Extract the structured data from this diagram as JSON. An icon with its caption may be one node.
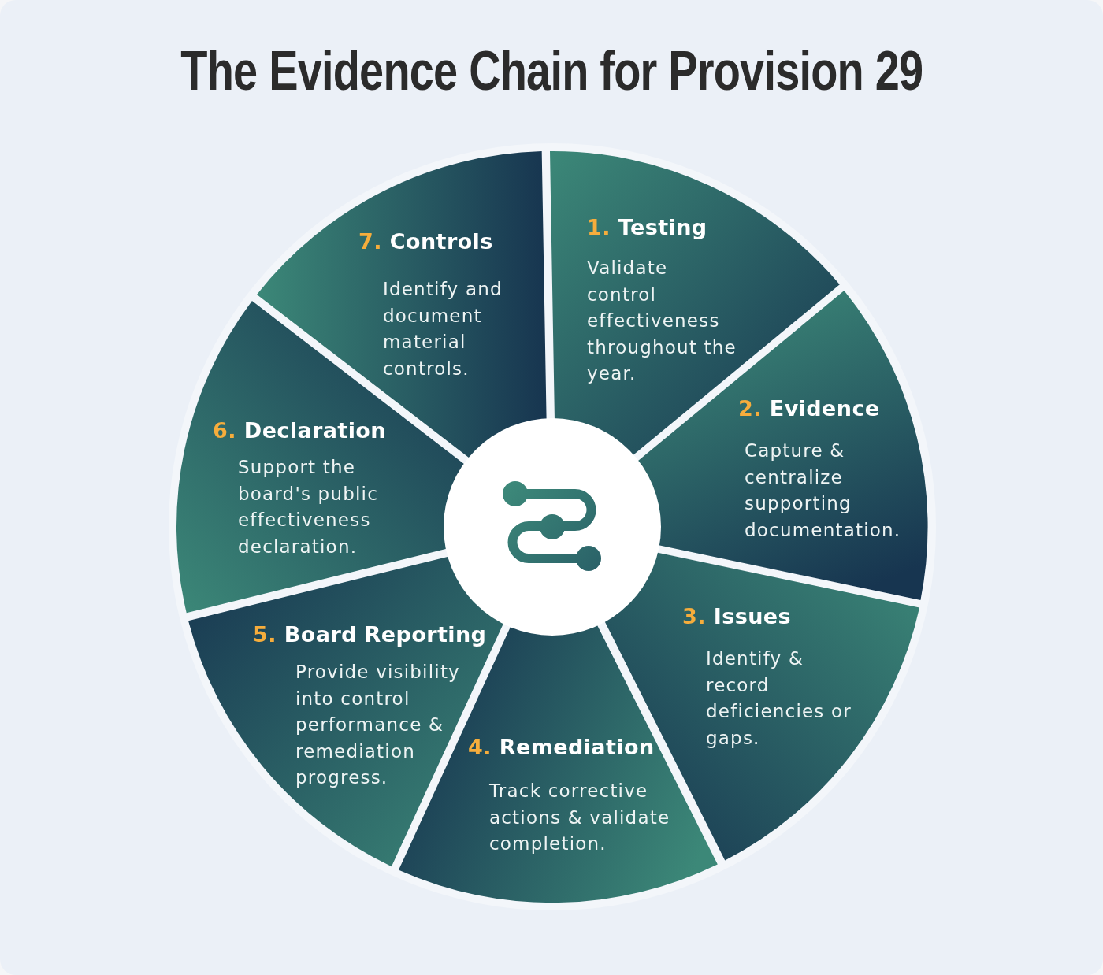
{
  "diagram": {
    "title": "The Evidence Chain for Provision 29",
    "nodes": [
      {
        "text": [
          "1.",
          "Testing",
          "Validate control effectiveness throughout the year."
        ]
      },
      {
        "text": [
          "2.",
          "Evidence",
          "Capture & centralize supporting documentation."
        ]
      },
      {
        "text": [
          "3.",
          "Issues",
          "Identify & record deficiencies or gaps."
        ]
      },
      {
        "text": [
          "4.",
          "Remediation",
          "Track corrective actions & validate completion."
        ]
      },
      {
        "text": [
          "5.",
          "Board Reporting",
          "Provide visibility into control performance & remediation progress."
        ]
      },
      {
        "text": [
          "6.",
          "Declaration",
          "Support the board's public effectiveness declaration."
        ]
      },
      {
        "text": [
          "7.",
          "Controls",
          "Identify and document material controls."
        ]
      }
    ]
  }
}
